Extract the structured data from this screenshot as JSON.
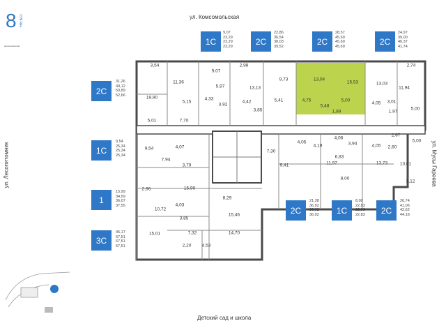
{
  "logo": {
    "number": "8",
    "word": "НЕБО",
    "tagline": "жилой комплекс"
  },
  "streets": {
    "top": "ул. Комсомольская",
    "bottom": "Детский сад и школа",
    "left": "ул. Лесопитомник",
    "right": "ул. Мусы Гареева"
  },
  "apartments": [
    {
      "type": "1С",
      "areas": [
        "9,07",
        "23,29",
        "23,29",
        "23,29"
      ]
    },
    {
      "type": "2С",
      "areas": [
        "22,86",
        "36,54",
        "38,03",
        "39,52"
      ]
    },
    {
      "type": "2С",
      "areas": [
        "28,57",
        "45,69",
        "45,69",
        "45,69"
      ]
    },
    {
      "type": "2С",
      "areas": [
        "24,97",
        "39,00",
        "40,37",
        "41,74"
      ]
    },
    {
      "type": "2С",
      "areas": [
        "31,26",
        "49,12",
        "50,89",
        "52,66"
      ]
    },
    {
      "type": "1С",
      "areas": [
        "9,54",
        "25,34",
        "25,34",
        "25,34"
      ]
    },
    {
      "type": "1",
      "areas": [
        "15,99",
        "34,59",
        "36,07",
        "37,55"
      ]
    },
    {
      "type": "3С",
      "areas": [
        "45,17",
        "67,51",
        "67,51",
        "67,51"
      ]
    },
    {
      "type": "2С",
      "areas": [
        "21,38",
        "36,92",
        "36,92",
        "36,92"
      ]
    },
    {
      "type": "1С",
      "areas": [
        "8,00",
        "22,83",
        "22,83",
        "22,83"
      ]
    },
    {
      "type": "2С",
      "areas": [
        "26,74",
        "41,06",
        "42,62",
        "44,18"
      ]
    }
  ],
  "rooms": [
    "3,54",
    "11,36",
    "9,07",
    "5,97",
    "2,98",
    "13,13",
    "9,73",
    "13,04",
    "15,53",
    "13,03",
    "2,74",
    "11,94",
    "19,90",
    "5,15",
    "4,33",
    "3,92",
    "4,42",
    "3,85",
    "5,41",
    "4,75",
    "5,48",
    "5,00",
    "1,89",
    "4,05",
    "3,01",
    "1,97",
    "5,00",
    "5,01",
    "7,70",
    "9,54",
    "4,07",
    "7,94",
    "3,79",
    "7,30",
    "4,05",
    "4,19",
    "4,06",
    "3,94",
    "4,05",
    "2,67",
    "2,60",
    "5,00",
    "9,41",
    "11,97",
    "6,83",
    "13,73",
    "13,01",
    "8,00",
    "3,12",
    "2,96",
    "15,99",
    "4,03",
    "10,72",
    "3,85",
    "8,29",
    "15,46",
    "15,01",
    "7,32",
    "2,20",
    "4,53",
    "14,70"
  ],
  "colors": {
    "accent": "#2e78c7",
    "highlight": "#b5cf3a",
    "wall": "#4a4a4a",
    "line": "#9a9a9a"
  }
}
